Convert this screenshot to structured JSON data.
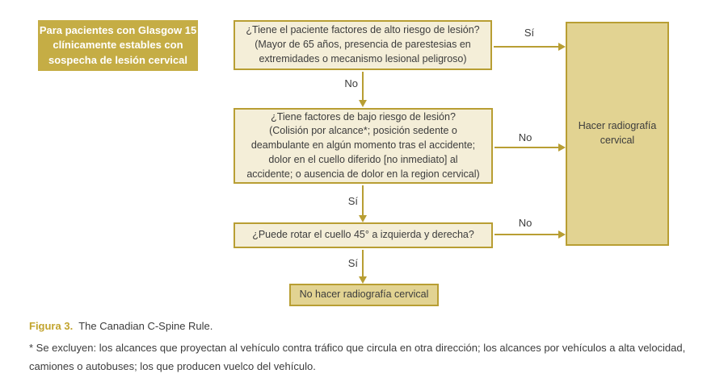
{
  "flowchart": {
    "start": "Para pacientes con Glasgow 15\nclínicamente estables con\nsospecha de lesión cervical",
    "question_high_risk": "¿Tiene el paciente factores de alto riesgo de lesión?\n(Mayor de 65 años, presencia de parestesias en\nextremidades o mecanismo lesional peligroso)",
    "question_low_risk": "¿Tiene factores de bajo riesgo de lesión?\n(Colisión por alcance*; posición sedente o\ndeambulante en algún momento tras el accidente;\ndolor en el cuello diferido [no inmediato] al\naccidente; o ausencia de dolor en la region cervical)",
    "question_rotate": "¿Puede rotar el cuello 45° a izquierda y derecha?",
    "outcome_xray": "Hacer radiografía\ncervical",
    "outcome_no_xray": "No hacer radiografía cervical",
    "edges": [
      {
        "from": "question_high_risk",
        "to": "outcome_xray",
        "label": "Sí"
      },
      {
        "from": "question_high_risk",
        "to": "question_low_risk",
        "label": "No"
      },
      {
        "from": "question_low_risk",
        "to": "outcome_xray",
        "label": "No"
      },
      {
        "from": "question_low_risk",
        "to": "question_rotate",
        "label": "Sí"
      },
      {
        "from": "question_rotate",
        "to": "outcome_xray",
        "label": "No"
      },
      {
        "from": "question_rotate",
        "to": "outcome_no_xray",
        "label": "Sí"
      }
    ]
  },
  "caption": {
    "prefix": "Figura 3.",
    "text": "The Canadian C-Spine Rule."
  },
  "footnote": "* Se excluyen: los alcances que proyectan al vehículo contra tráfico que circula en otra dirección; los alcances por vehículos a alta velocidad, camiones o autobuses; los que producen vuelco del vehículo.",
  "colors": {
    "accent_gold": "#c5ad45",
    "box_fill_light": "#f4eed8",
    "box_fill_dark": "#e2d392",
    "border_gold": "#b89e33",
    "text": "#3c3c3c",
    "caption_accent": "#c2a42e"
  }
}
